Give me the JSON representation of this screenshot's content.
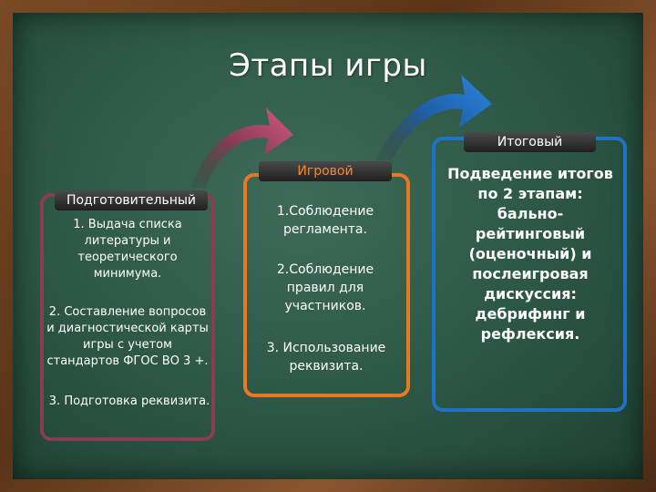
{
  "title": "Этапы игры",
  "stages": [
    {
      "label": "Подготовительный",
      "items": [
        "1. Выдача списка литературы и теоретического минимума.",
        "2. Составление вопросов и диагностической карты игры с учетом стандартов ФГОС ВО 3 +.",
        "3. Подготовка реквизита."
      ],
      "color": "#8a3c56"
    },
    {
      "label": "Игровой",
      "items": [
        "1.Соблюдение регламента.",
        "2.Соблюдение правил для участников.",
        "3. Использование реквизита."
      ],
      "color": "#e87922"
    },
    {
      "label": "Итоговый",
      "items": [
        "Подведение итогов по 2 этапам: бально-рейтинговый (оценочный) и послеигровая дискуссия: дебрифинг и рефлексия."
      ],
      "color": "#1f72c8"
    }
  ],
  "arrows": [
    "arrow-prep-to-game",
    "arrow-game-to-final"
  ]
}
